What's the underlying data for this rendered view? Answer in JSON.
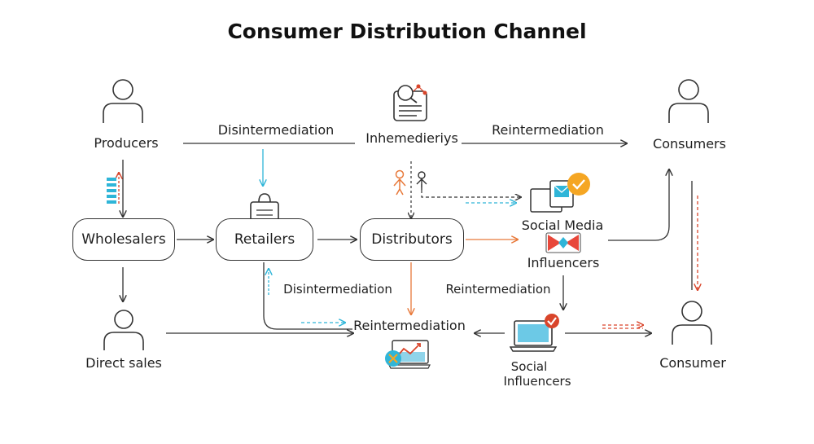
{
  "title": "Consumer Distribution Channel",
  "nodes": {
    "producers": "Producers",
    "intermediaries": "Inhemedieriys",
    "consumers": "Consumers",
    "wholesalers": "Wholesalers",
    "retailers": "Retailers",
    "distributors": "Distributors",
    "social_media": "Social Media",
    "influencers": "Influencers",
    "direct_sales": "Direct sales",
    "reintermediation_hub": "Reintermediation",
    "social_influencers_line1": "Social",
    "social_influencers_line2": "Influencers",
    "consumer": "Consumer"
  },
  "edge_labels": {
    "disintermediation_top": "Disintermediation",
    "reintermediation_top": "Reintermediation",
    "disintermediation_mid": "Disintermediation",
    "reintermediation_mid": "Reintermediation"
  },
  "colors": {
    "line": "#333333",
    "blue": "#2fb5d8",
    "orange": "#e8793a",
    "red": "#d9452b",
    "badge": "#f5a623"
  }
}
